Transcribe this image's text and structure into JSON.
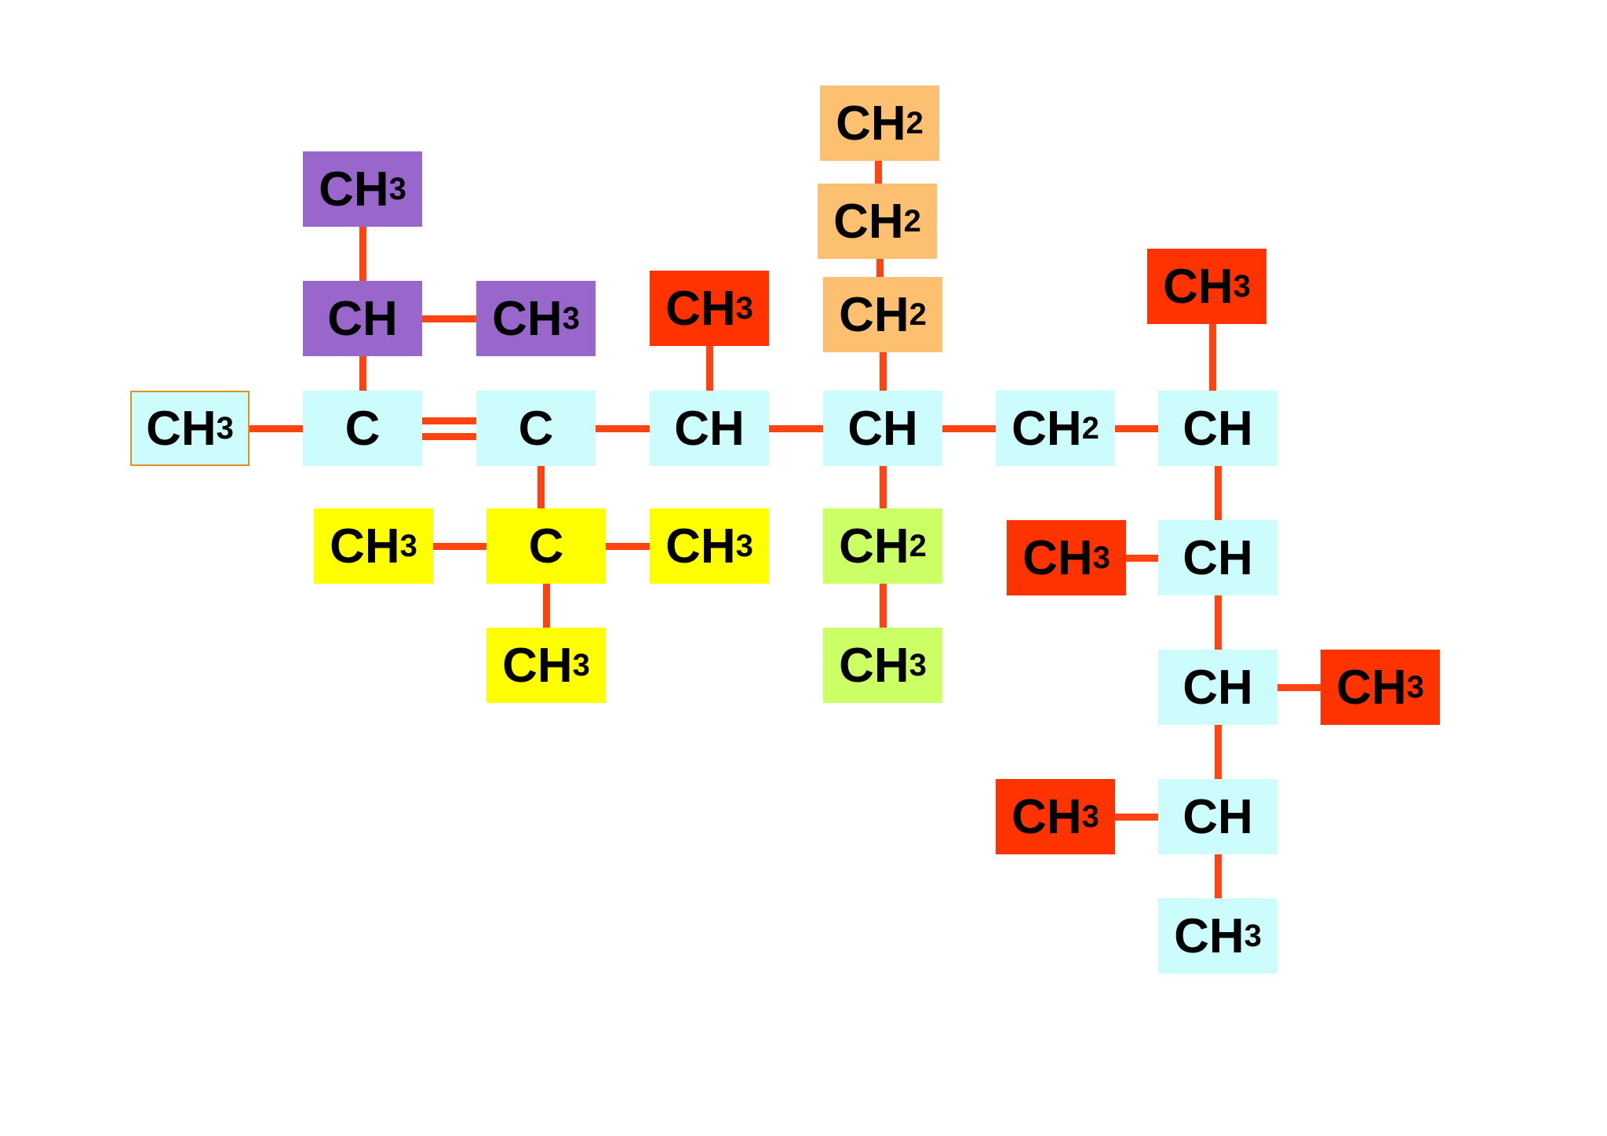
{
  "colors": {
    "main_chain": "#ccfcfc",
    "isopropyl": "#9966cc",
    "tert_butyl": "#ffff00",
    "methyl": "#ff3300",
    "propyl": "#fcc070",
    "ethyl": "#ccff66",
    "bond": "#ff4411",
    "terminal_border": "#e09020"
  },
  "nodes": [
    {
      "id": "n01",
      "base": "CH",
      "sub": "3",
      "group": "main_chain",
      "outlined": true
    },
    {
      "id": "n02",
      "base": "C",
      "sub": "",
      "group": "main_chain"
    },
    {
      "id": "n03",
      "base": "C",
      "sub": "",
      "group": "main_chain"
    },
    {
      "id": "n04",
      "base": "CH",
      "sub": "",
      "group": "main_chain"
    },
    {
      "id": "n05",
      "base": "CH",
      "sub": "",
      "group": "main_chain"
    },
    {
      "id": "n06",
      "base": "CH",
      "sub": "2",
      "group": "main_chain"
    },
    {
      "id": "n07",
      "base": "CH",
      "sub": "",
      "group": "main_chain"
    },
    {
      "id": "n08",
      "base": "CH",
      "sub": "",
      "group": "main_chain"
    },
    {
      "id": "n09",
      "base": "CH",
      "sub": "",
      "group": "main_chain"
    },
    {
      "id": "n10",
      "base": "CH",
      "sub": "",
      "group": "main_chain"
    },
    {
      "id": "n11",
      "base": "CH",
      "sub": "3",
      "group": "main_chain"
    },
    {
      "id": "n12",
      "base": "CH",
      "sub": "3",
      "group": "isopropyl"
    },
    {
      "id": "n13",
      "base": "CH",
      "sub": "",
      "group": "isopropyl"
    },
    {
      "id": "n14",
      "base": "CH",
      "sub": "3",
      "group": "isopropyl"
    },
    {
      "id": "n15",
      "base": "CH",
      "sub": "3",
      "group": "tert_butyl"
    },
    {
      "id": "n16",
      "base": "C",
      "sub": "",
      "group": "tert_butyl"
    },
    {
      "id": "n17",
      "base": "CH",
      "sub": "3",
      "group": "tert_butyl"
    },
    {
      "id": "n18",
      "base": "CH",
      "sub": "3",
      "group": "tert_butyl"
    },
    {
      "id": "n19",
      "base": "CH",
      "sub": "3",
      "group": "methyl"
    },
    {
      "id": "n20",
      "base": "CH",
      "sub": "2",
      "group": "propyl"
    },
    {
      "id": "n21",
      "base": "CH",
      "sub": "2",
      "group": "propyl"
    },
    {
      "id": "n22",
      "base": "CH",
      "sub": "2",
      "group": "propyl"
    },
    {
      "id": "n23",
      "base": "CH",
      "sub": "2",
      "group": "ethyl"
    },
    {
      "id": "n24",
      "base": "CH",
      "sub": "3",
      "group": "ethyl"
    },
    {
      "id": "n25",
      "base": "CH",
      "sub": "3",
      "group": "methyl"
    },
    {
      "id": "n26",
      "base": "CH",
      "sub": "3",
      "group": "methyl"
    },
    {
      "id": "n27",
      "base": "CH",
      "sub": "3",
      "group": "methyl"
    },
    {
      "id": "n28",
      "base": "CH",
      "sub": "3",
      "group": "methyl"
    }
  ],
  "bonds": [
    {
      "from": "n01",
      "to": "n02",
      "order": 1
    },
    {
      "from": "n02",
      "to": "n03",
      "order": 2
    },
    {
      "from": "n03",
      "to": "n04",
      "order": 1
    },
    {
      "from": "n04",
      "to": "n05",
      "order": 1
    },
    {
      "from": "n05",
      "to": "n06",
      "order": 1
    },
    {
      "from": "n06",
      "to": "n07",
      "order": 1
    },
    {
      "from": "n07",
      "to": "n08",
      "order": 1
    },
    {
      "from": "n08",
      "to": "n09",
      "order": 1
    },
    {
      "from": "n09",
      "to": "n10",
      "order": 1
    },
    {
      "from": "n10",
      "to": "n11",
      "order": 1
    },
    {
      "from": "n12",
      "to": "n13",
      "order": 1
    },
    {
      "from": "n13",
      "to": "n14",
      "order": 1
    },
    {
      "from": "n13",
      "to": "n02",
      "order": 1
    },
    {
      "from": "n03",
      "to": "n16",
      "order": 1
    },
    {
      "from": "n15",
      "to": "n16",
      "order": 1
    },
    {
      "from": "n16",
      "to": "n17",
      "order": 1
    },
    {
      "from": "n16",
      "to": "n18",
      "order": 1
    },
    {
      "from": "n19",
      "to": "n04",
      "order": 1
    },
    {
      "from": "n20",
      "to": "n21",
      "order": 1
    },
    {
      "from": "n21",
      "to": "n22",
      "order": 1
    },
    {
      "from": "n22",
      "to": "n05",
      "order": 1
    },
    {
      "from": "n05",
      "to": "n23",
      "order": 1
    },
    {
      "from": "n23",
      "to": "n24",
      "order": 1
    },
    {
      "from": "n25",
      "to": "n07",
      "order": 1
    },
    {
      "from": "n26",
      "to": "n08",
      "order": 1
    },
    {
      "from": "n09",
      "to": "n27",
      "order": 1
    },
    {
      "from": "n28",
      "to": "n10",
      "order": 1
    }
  ]
}
